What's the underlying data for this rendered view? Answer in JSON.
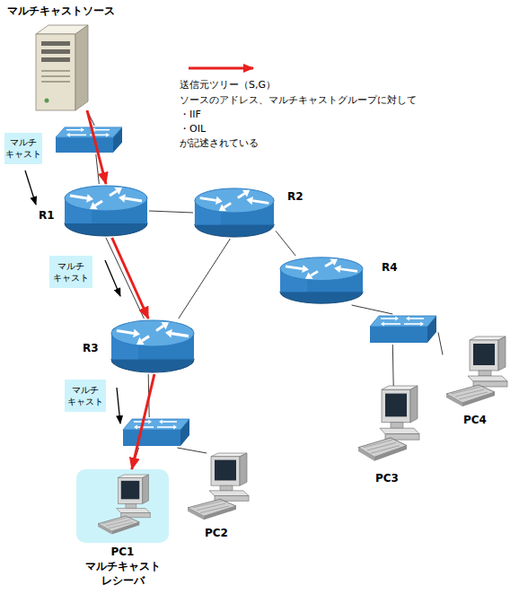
{
  "diagram": {
    "nodes": [
      {
        "text": [
          "マルチキャストソース"
        ]
      },
      {
        "text": []
      },
      {
        "text": [
          "マルチ キャスト"
        ]
      },
      {
        "text": [
          "R1"
        ]
      },
      {
        "text": [
          "R2"
        ]
      },
      {
        "text": [
          "マルチ キャスト"
        ]
      },
      {
        "text": [
          "R4"
        ]
      },
      {
        "text": [
          "R3"
        ]
      },
      {
        "text": [
          "マルチ キャスト"
        ]
      },
      {
        "text": []
      },
      {
        "text": []
      },
      {
        "text": [
          "PC1",
          "マルチキャスト レシーバ"
        ]
      },
      {
        "text": [
          "PC2"
        ]
      },
      {
        "text": [
          "PC3"
        ]
      },
      {
        "text": [
          "PC4"
        ]
      }
    ],
    "edges": [
      {
        "from": 0,
        "to": 1,
        "arrow": "none"
      },
      {
        "from": 1,
        "to": 3,
        "arrow": "none"
      },
      {
        "from": 3,
        "to": 4,
        "arrow": "none"
      },
      {
        "from": 3,
        "to": 7,
        "arrow": "none"
      },
      {
        "from": 4,
        "to": 7,
        "arrow": "none"
      },
      {
        "from": 4,
        "to": 6,
        "arrow": "none"
      },
      {
        "from": 6,
        "to": 9,
        "arrow": "none"
      },
      {
        "from": 9,
        "to": 13,
        "arrow": "none"
      },
      {
        "from": 9,
        "to": 14,
        "arrow": "none"
      },
      {
        "from": 7,
        "to": 10,
        "arrow": "none"
      },
      {
        "from": 10,
        "to": 11,
        "arrow": "none"
      },
      {
        "from": 10,
        "to": 12,
        "arrow": "none"
      },
      {
        "from": 0,
        "to": 3,
        "arrow": "to"
      },
      {
        "from": 3,
        "to": 7,
        "arrow": "to"
      },
      {
        "from": 7,
        "to": 11,
        "arrow": "to"
      }
    ],
    "labels": [
      "ソースのアドレス、マルチキャストグループに対して",
      "・IIF",
      "・OIL",
      "が記述されている"
    ],
    "legend": [
      {
        "text": "送信元ツリー（S,G）"
      }
    ]
  }
}
